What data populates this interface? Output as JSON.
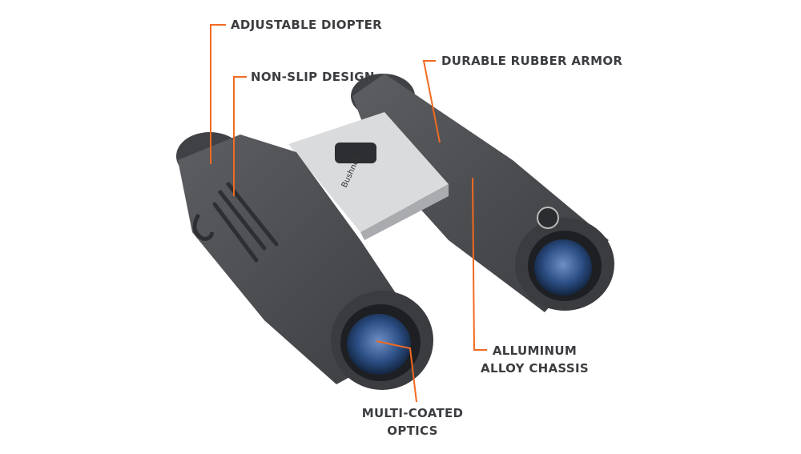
{
  "callouts": {
    "adjustable_diopter": "ADJUSTABLE DIOPTER",
    "non_slip_design": "NON-SLIP DESIGN",
    "durable_rubber_armor": "DURABLE RUBBER ARMOR",
    "aluminum_line1": "ALLUMINUM",
    "aluminum_line2": "ALLOY CHASSIS",
    "optics_line1": "MULTI-COATED",
    "optics_line2": "OPTICS"
  },
  "brand": "Bushnell",
  "colors": {
    "leader": "#f26a21",
    "text": "#3b3d40",
    "body": "#4a4c50",
    "chassis": "#d9dbdd",
    "lens": "#2c4f86"
  }
}
